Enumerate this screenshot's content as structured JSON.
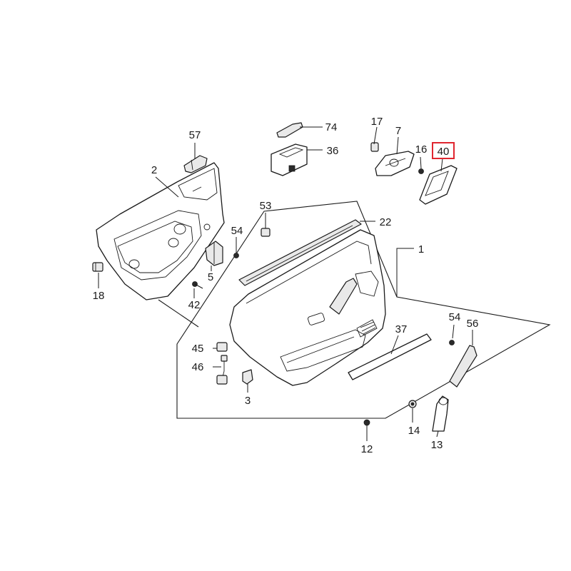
{
  "diagram": {
    "labels": [
      {
        "id": "p57",
        "text": "57"
      },
      {
        "id": "p2",
        "text": "2"
      },
      {
        "id": "p74",
        "text": "74"
      },
      {
        "id": "p36",
        "text": "36"
      },
      {
        "id": "p17",
        "text": "17"
      },
      {
        "id": "p7",
        "text": "7"
      },
      {
        "id": "p16",
        "text": "16"
      },
      {
        "id": "p40",
        "text": "40"
      },
      {
        "id": "p53",
        "text": "53"
      },
      {
        "id": "p22",
        "text": "22"
      },
      {
        "id": "p54a",
        "text": "54"
      },
      {
        "id": "p1",
        "text": "1"
      },
      {
        "id": "p5",
        "text": "5"
      },
      {
        "id": "p18",
        "text": "18"
      },
      {
        "id": "p42",
        "text": "42"
      },
      {
        "id": "p54b",
        "text": "54"
      },
      {
        "id": "p56",
        "text": "56"
      },
      {
        "id": "p37",
        "text": "37"
      },
      {
        "id": "p45",
        "text": "45"
      },
      {
        "id": "p46",
        "text": "46"
      },
      {
        "id": "p3",
        "text": "3"
      },
      {
        "id": "p14",
        "text": "14"
      },
      {
        "id": "p12",
        "text": "12"
      },
      {
        "id": "p13",
        "text": "13"
      }
    ],
    "highlighted_label": "40",
    "highlight_color": "#e0262f",
    "line_color": "#1a1a1a"
  }
}
